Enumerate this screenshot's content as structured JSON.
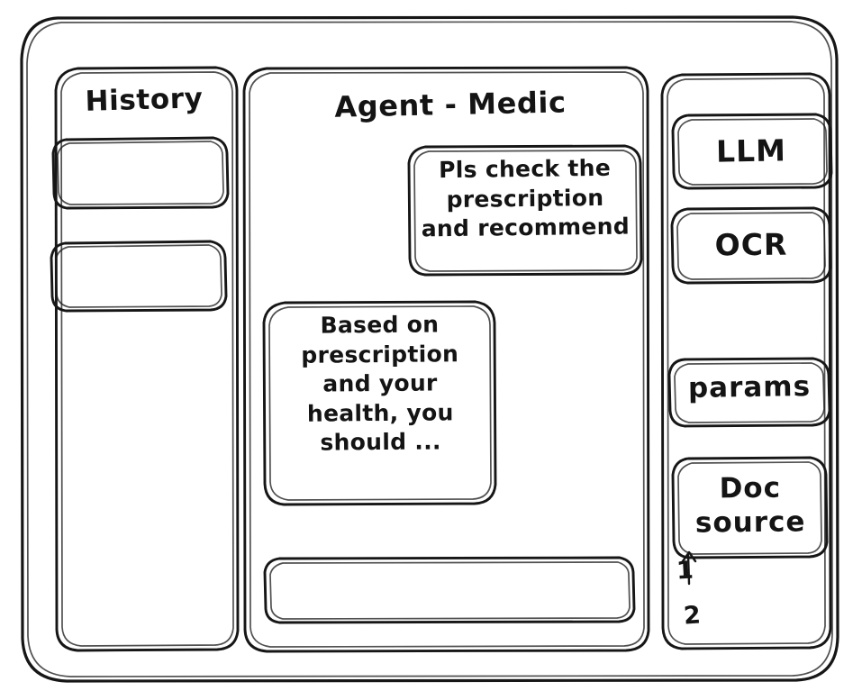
{
  "meta": {
    "style": "hand-drawn wireframe sketch",
    "ink_color": "#161616",
    "background_color": "#ffffff"
  },
  "window": {
    "frame_name": "app-window"
  },
  "sidebar_left": {
    "title": "History",
    "items": [
      {
        "label": "",
        "name": "history-item-1"
      },
      {
        "label": "",
        "name": "history-item-2"
      }
    ]
  },
  "main": {
    "title": "Agent - Medic",
    "messages": [
      {
        "role": "user",
        "text": "Pls check the\nprescription\nand recommend"
      },
      {
        "role": "agent",
        "text": "Based on\nprescription\nand your\nhealth, you\nshould ..."
      }
    ],
    "composer": {
      "value": "",
      "placeholder": ""
    }
  },
  "sidebar_right": {
    "tools": [
      {
        "label": "LLM",
        "name": "tool-llm"
      },
      {
        "label": "OCR",
        "name": "tool-ocr"
      },
      {
        "label": "params",
        "name": "tool-params"
      },
      {
        "label": "Doc\nsource",
        "name": "tool-doc-source"
      }
    ],
    "doc_refs": [
      {
        "marker": "1"
      },
      {
        "marker": "2"
      }
    ]
  }
}
